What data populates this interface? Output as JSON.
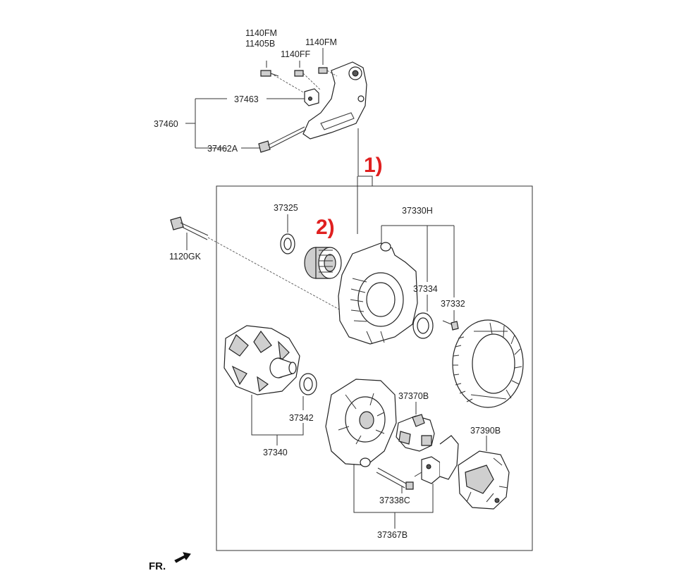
{
  "labels": {
    "p_1140FM_a": "1140FM",
    "p_11405B": "11405B",
    "p_1140FF": "1140FF",
    "p_1140FM_b": "1140FM",
    "p_37463": "37463",
    "p_37460": "37460",
    "p_37462A": "37462A",
    "p_37325": "37325",
    "p_37330H": "37330H",
    "p_1120GK": "1120GK",
    "p_37334": "37334",
    "p_37332": "37332",
    "p_37370B": "37370B",
    "p_37342": "37342",
    "p_37390B": "37390B",
    "p_37340": "37340",
    "p_37338C": "37338C",
    "p_37367B": "37367B"
  },
  "callouts": {
    "callout_1": "1)",
    "callout_2": "2)"
  },
  "direction_label": "FR.",
  "colors": {
    "callout": "#e02020",
    "line": "#333333",
    "text": "#222222"
  }
}
